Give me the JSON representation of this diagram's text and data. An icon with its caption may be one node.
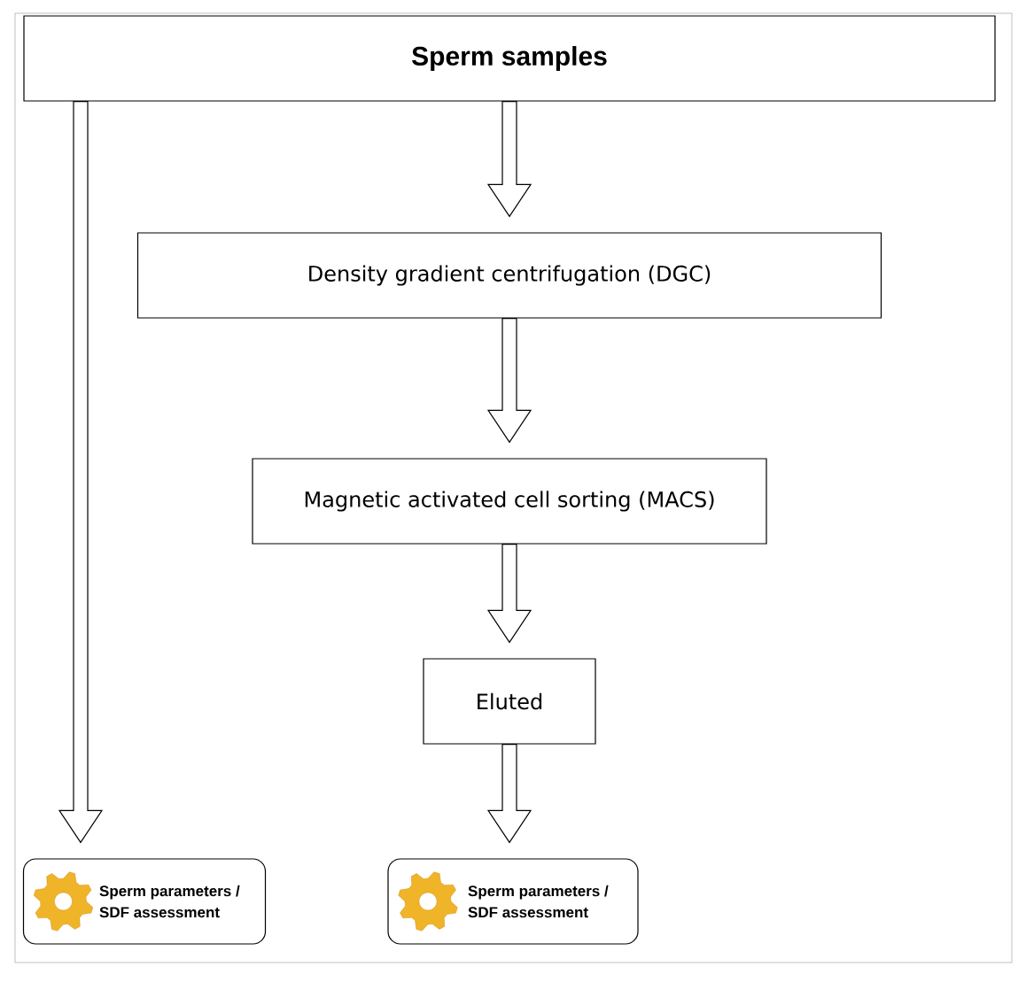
{
  "diagram": {
    "nodes": [
      {
        "text": [
          "Sperm samples"
        ]
      },
      {
        "text": [
          "Density gradient centrifugation (DGC)"
        ]
      },
      {
        "text": [
          "Magnetic activated cell sorting (MACS)"
        ]
      },
      {
        "text": [
          "Eluted"
        ]
      },
      {
        "text": [
          "Sperm parameters / SDF assessment"
        ]
      },
      {
        "text": [
          "Sperm parameters / SDF assessment"
        ]
      }
    ],
    "edges": [
      {
        "from": 0,
        "to": 4,
        "arrow": "to"
      },
      {
        "from": 0,
        "to": 1,
        "arrow": "to"
      },
      {
        "from": 1,
        "to": 2,
        "arrow": "to"
      },
      {
        "from": 2,
        "to": 3,
        "arrow": "to"
      },
      {
        "from": 3,
        "to": 5,
        "arrow": "to"
      }
    ]
  }
}
